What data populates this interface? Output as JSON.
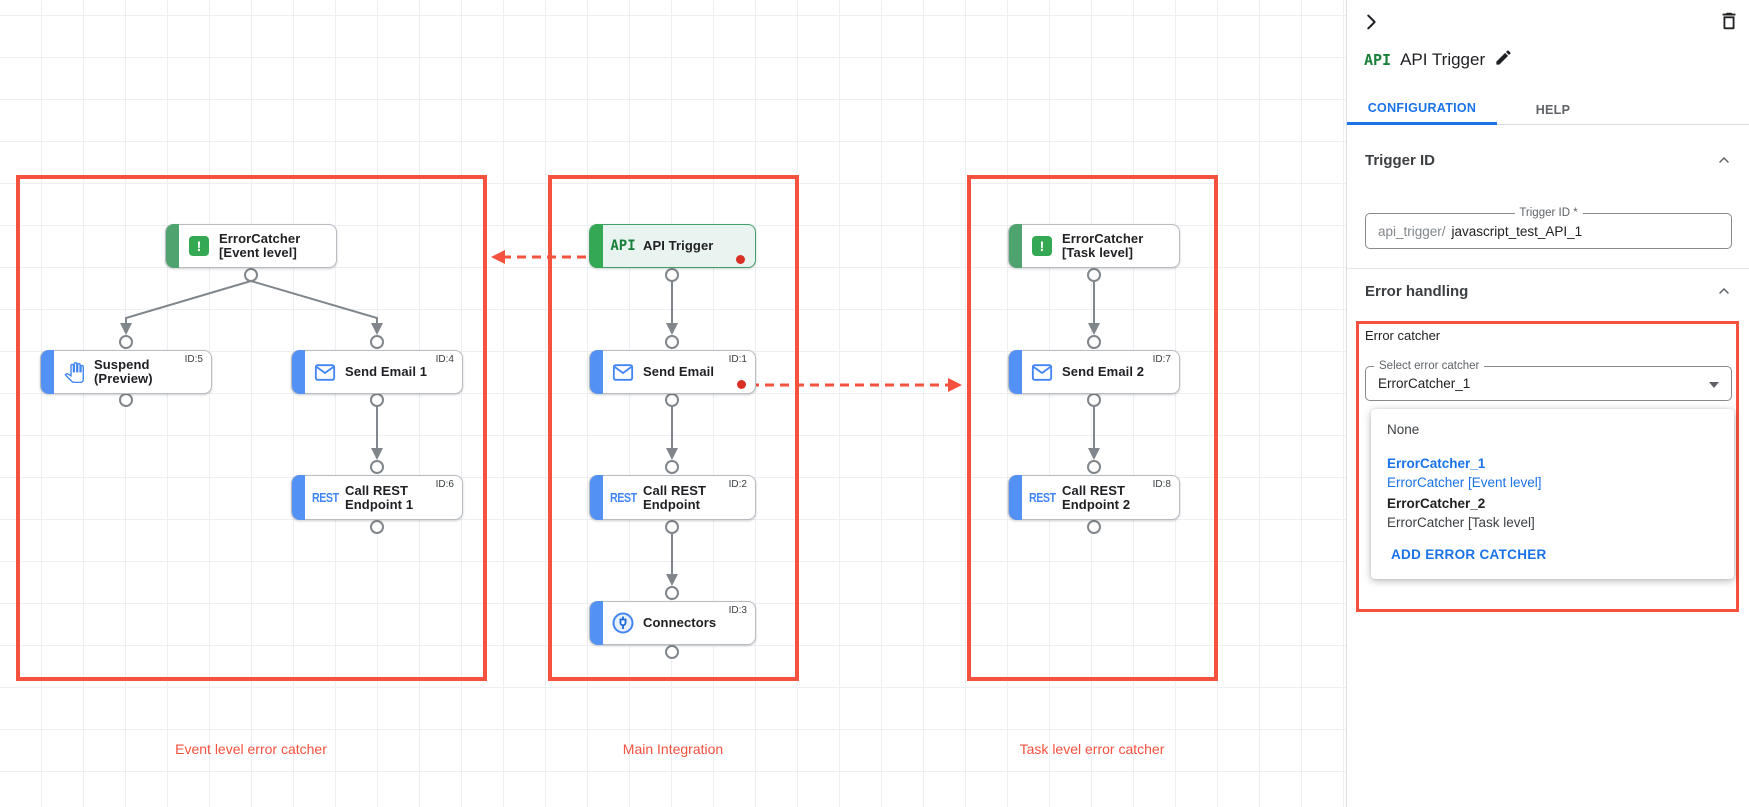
{
  "canvas": {
    "api_icon_text": "API",
    "rest_icon_text": "REST",
    "groups": [
      {
        "label": "Event level error catcher"
      },
      {
        "label": "Main Integration"
      },
      {
        "label": "Task level error catcher"
      }
    ],
    "nodes": [
      {
        "label": "ErrorCatcher [Event level]"
      },
      {
        "label": "Suspend (Preview)",
        "task_id": "ID:5"
      },
      {
        "label": "Send Email 1",
        "task_id": "ID:4"
      },
      {
        "label": "Call REST Endpoint 1",
        "task_id": "ID:6"
      },
      {
        "label": "API Trigger"
      },
      {
        "label": "Send Email",
        "task_id": "ID:1"
      },
      {
        "label": "Call REST Endpoint",
        "task_id": "ID:2"
      },
      {
        "label": "Connectors",
        "task_id": "ID:3"
      },
      {
        "label": "ErrorCatcher [Task level]"
      },
      {
        "label": "Send Email 2",
        "task_id": "ID:7"
      },
      {
        "label": "Call REST Endpoint 2",
        "task_id": "ID:8"
      }
    ]
  },
  "panel": {
    "header": {
      "logo": "API",
      "title": "API Trigger"
    },
    "tabs": [
      {
        "label": "CONFIGURATION"
      },
      {
        "label": "HELP"
      }
    ],
    "trigger_id_section": {
      "title": "Trigger ID",
      "field_label": "Trigger ID *",
      "prefix": "api_trigger/",
      "value": "javascript_test_API_1"
    },
    "error_handling_section": {
      "title": "Error handling",
      "error_catcher_label": "Error catcher",
      "select_label": "Select error catcher",
      "selected_value": "ErrorCatcher_1",
      "options": [
        {
          "name": "None",
          "desc": ""
        },
        {
          "name": "ErrorCatcher_1",
          "desc": "ErrorCatcher [Event level]"
        },
        {
          "name": "ErrorCatcher_2",
          "desc": "ErrorCatcher [Task level]"
        }
      ],
      "add_button": "ADD ERROR CATCHER"
    }
  },
  "colors": {
    "highlight_red": "#f4513e",
    "accent_blue": "#1a73e8",
    "node_blue": "#5491f5",
    "node_green": "#34a853",
    "error_dot_red": "#d93025"
  }
}
